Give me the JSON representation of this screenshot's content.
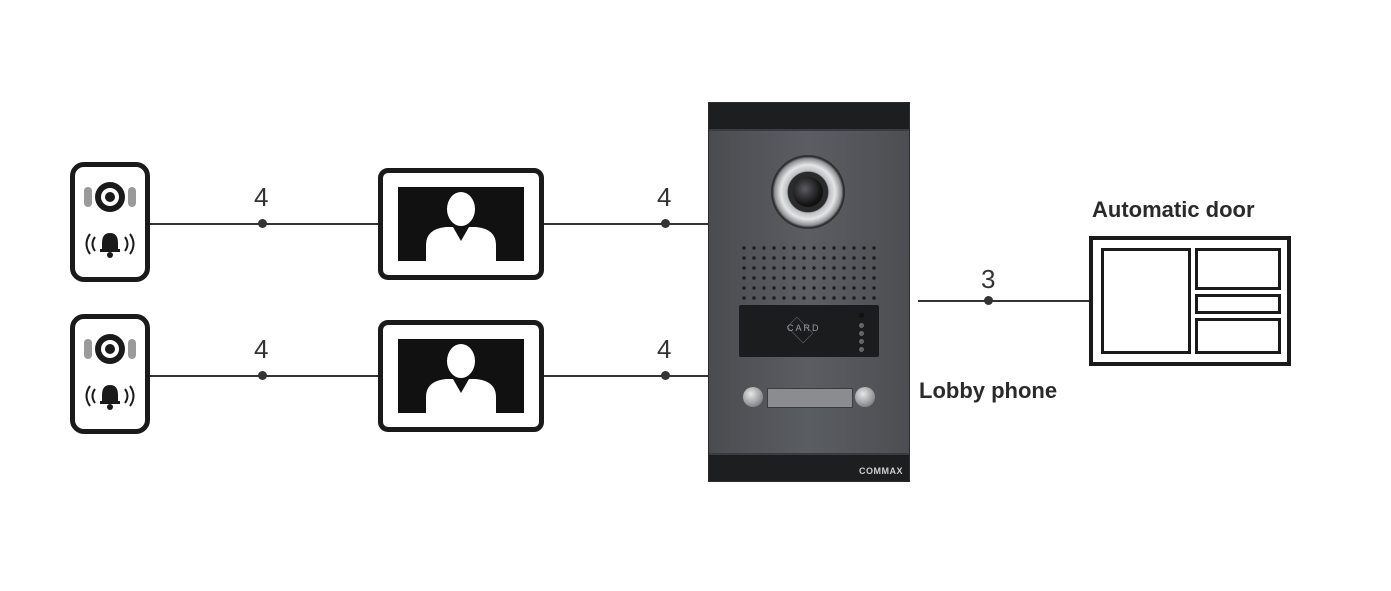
{
  "wires": [
    {
      "label": "4"
    },
    {
      "label": "4"
    },
    {
      "label": "4"
    },
    {
      "label": "4"
    },
    {
      "label": "3"
    }
  ],
  "lobby_phone": {
    "label": "Lobby phone",
    "card_text": "CARD",
    "brand": "COMMAX"
  },
  "automatic_door": {
    "label": "Automatic door"
  },
  "icons": {
    "doorbell": "doorbell-camera-icon",
    "monitor": "video-monitor-icon",
    "door": "automatic-door-icon"
  },
  "colors": {
    "line": "#333333",
    "panel": "#55585c"
  }
}
